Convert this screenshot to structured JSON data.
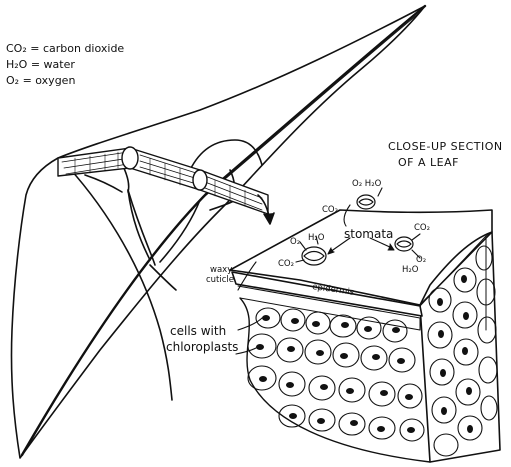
{
  "legend": {
    "line1": "CO₂ = carbon dioxide",
    "line2": "H₂O = water",
    "line3": "O₂ = oxygen"
  },
  "title": {
    "line1": "CLOSE-UP SECTION",
    "line2": "OF A LEAF"
  },
  "labels": {
    "co2_top": "CO₂",
    "o2_h2o_top": "O₂ H₂O",
    "stomata": "stomata",
    "o2_left": "O₂",
    "h2o_left": "H₂O",
    "co2_left": "CO₂",
    "co2_right": "CO₂",
    "o2_right": "O₂",
    "h2o_right": "H₂O",
    "waxy": "waxy",
    "cuticle": "cuticle",
    "epidermis": "epidermis",
    "cells_line1": "cells with",
    "cells_line2": "chloroplasts"
  }
}
